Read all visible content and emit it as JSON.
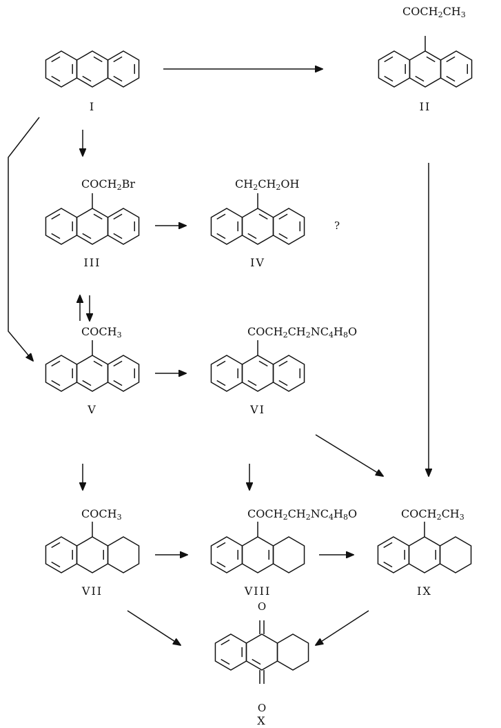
{
  "compounds": [
    {
      "id": "I",
      "label": "I",
      "substituent": ""
    },
    {
      "id": "II",
      "label": "II",
      "substituent": "COCH2CH3"
    },
    {
      "id": "III",
      "label": "III",
      "substituent": "COCH2Br"
    },
    {
      "id": "IV",
      "label": "IV",
      "substituent": "CH2CH2OH"
    },
    {
      "id": "V",
      "label": "V",
      "substituent": "COCH3"
    },
    {
      "id": "VI",
      "label": "VI",
      "substituent": "COCH2CH2NC4H8O"
    },
    {
      "id": "VII",
      "label": "VII",
      "substituent": "COCH3"
    },
    {
      "id": "VIII",
      "label": "VIII",
      "substituent": "COCH2CH2NC4H8O"
    },
    {
      "id": "IX",
      "label": "IX",
      "substituent": "COCH2CH3"
    },
    {
      "id": "X",
      "label": "X",
      "substituent": ""
    }
  ],
  "annotations": {
    "iv_question": "?",
    "oxygen_top": "O",
    "oxygen_bottom": "O"
  },
  "arrows": [
    {
      "from": "I",
      "to": "II"
    },
    {
      "from": "I",
      "to": "III"
    },
    {
      "from": "I",
      "to": "V"
    },
    {
      "from": "III",
      "to": "IV"
    },
    {
      "from": "III",
      "to": "V"
    },
    {
      "from": "V",
      "to": "III"
    },
    {
      "from": "V",
      "to": "VI"
    },
    {
      "from": "V",
      "to": "VII"
    },
    {
      "from": "VI",
      "to": "VIII"
    },
    {
      "from": "VI",
      "to": "IX"
    },
    {
      "from": "II",
      "to": "IX"
    },
    {
      "from": "VII",
      "to": "VIII"
    },
    {
      "from": "VIII",
      "to": "IX"
    },
    {
      "from": "VII",
      "to": "X"
    },
    {
      "from": "IX",
      "to": "X"
    }
  ]
}
